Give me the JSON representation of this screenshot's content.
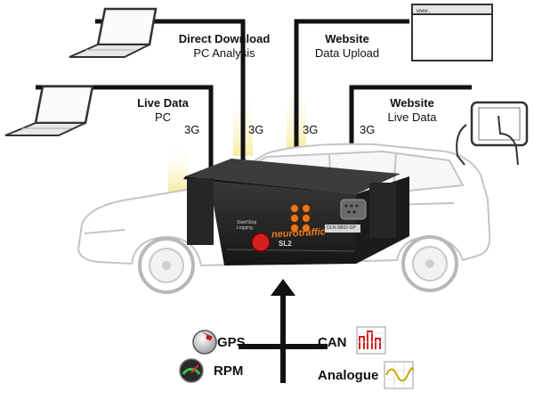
{
  "labels": {
    "direct_download": {
      "title": "Direct Download",
      "subtitle": "PC Analysis"
    },
    "website_upload": {
      "title": "Website",
      "subtitle": "Data Upload"
    },
    "live_data_pc": {
      "title": "Live Data",
      "subtitle": "PC"
    },
    "website_live": {
      "title": "Website",
      "subtitle": "Live Data"
    }
  },
  "network_labels": [
    "3G",
    "3G",
    "3G",
    "3G"
  ],
  "device": {
    "brand": "neurotraffic",
    "model": "SL2",
    "button_label": "Start/Stop Logging",
    "serial": "DLN-SB02-GP"
  },
  "inputs": {
    "gps": "GPS",
    "rpm": "RPM",
    "can": "CAN",
    "analogue": "Analogue"
  },
  "colors": {
    "line": "#111111",
    "glow": "#f5eb9a",
    "device_body": "#1f1f1f",
    "button": "#d32020",
    "car_outline": "#c4c4c4"
  }
}
